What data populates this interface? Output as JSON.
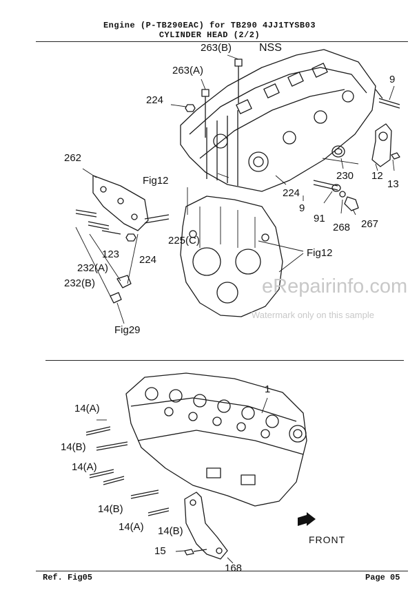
{
  "header": {
    "line1": "Engine  (P-TB290EAC)  for TB290  4JJ1TYSB03",
    "line2": "CYLINDER HEAD (2/2)"
  },
  "upper_callouts": {
    "c263b": "263(B)",
    "nss": "NSS",
    "c263a": "263(A)",
    "c224a": "224",
    "c9a": "9",
    "c262": "262",
    "fig12a": "Fig12",
    "c230": "230",
    "c12": "12",
    "c13": "13",
    "c224b": "224",
    "c9b": "9",
    "c91": "91",
    "c268": "268",
    "c267": "267",
    "c225c": "225(C)",
    "c123": "123",
    "c224c": "224",
    "c232a": "232(A)",
    "c232b": "232(B)",
    "fig12b": "Fig12",
    "fig29": "Fig29"
  },
  "lower_callouts": {
    "c1": "1",
    "c14a1": "14(A)",
    "c14b1": "14(B)",
    "c14a2": "14(A)",
    "c14b2": "14(B)",
    "c14a3": "14(A)",
    "c14b3": "14(B)",
    "c15": "15",
    "c168": "168",
    "front": "FRONT"
  },
  "watermark": {
    "site": "eRepairinfo.com",
    "note": "Watermark only on this sample"
  },
  "footer": {
    "ref": "Ref.   Fig05",
    "page": "Page  05"
  }
}
